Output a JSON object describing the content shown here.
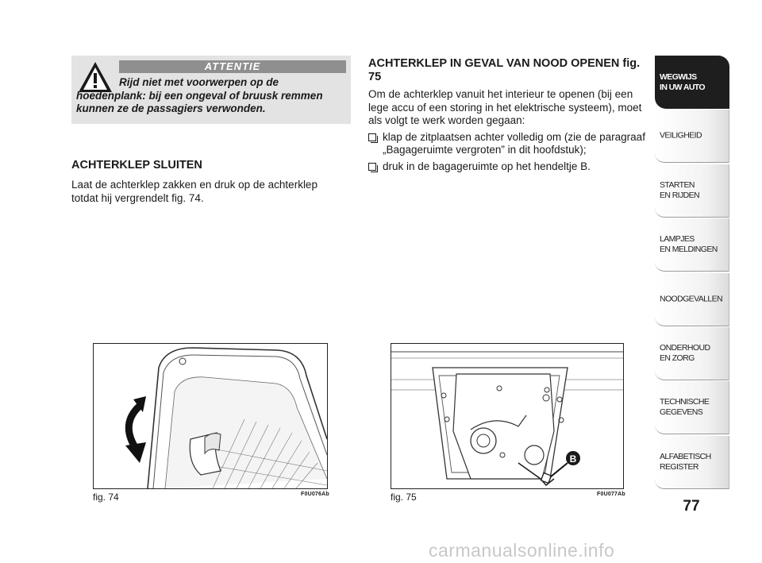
{
  "warning": {
    "title": "ATTENTIE",
    "text": "Rijd niet met voorwerpen op de hoedenplank: bij een ongeval of bruusk remmen kunnen ze de passagiers verwonden.",
    "icon": "warning-triangle-icon"
  },
  "left_section": {
    "heading": "ACHTERKLEP SLUITEN",
    "body": "Laat de achterklep zakken en druk op de achterklep totdat hij vergrendelt fig. 74."
  },
  "right_section": {
    "heading": "ACHTERKLEP IN GEVAL VAN NOOD OPENEN fig. 75",
    "body": "Om de achterklep vanuit het interieur te openen (bij een lege accu of een storing in het elektrische systeem), moet als volgt te werk worden gegaan:",
    "bullets": [
      "klap de zitplaatsen achter volledig om (zie de paragraaf „Bagageruimte vergroten” in dit hoofdstuk);",
      "druk in de bagageruimte op het hendeltje B."
    ]
  },
  "figures": [
    {
      "label": "fig. 74",
      "code": "F0U076Ab"
    },
    {
      "label": "fig. 75",
      "code": "F0U077Ab",
      "callout": "B"
    }
  ],
  "side_tabs": [
    {
      "label": "WEGWIJS\nIN UW AUTO",
      "active": true
    },
    {
      "label": "VEILIGHEID",
      "active": false
    },
    {
      "label": "STARTEN\nEN RIJDEN",
      "active": false
    },
    {
      "label": "LAMPJES\nEN MELDINGEN",
      "active": false
    },
    {
      "label": "NOODGEVALLEN",
      "active": false
    },
    {
      "label": "ONDERHOUD\nEN ZORG",
      "active": false
    },
    {
      "label": "TECHNISCHE\nGEGEVENS",
      "active": false
    },
    {
      "label": "ALFABETISCH\nREGISTER",
      "active": false
    }
  ],
  "page_number": "77",
  "watermark": "carmanualsonline.info"
}
